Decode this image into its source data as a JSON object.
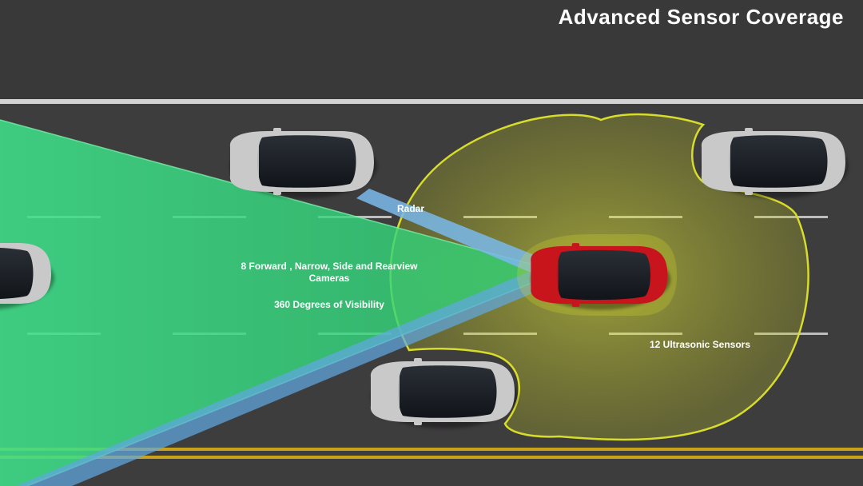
{
  "title": "Advanced Sensor Coverage",
  "labels": {
    "radar": "Radar",
    "cameras_line1": "8 Forward , Narrow, Side and Rearview",
    "cameras_line2": "Cameras",
    "visibility": "360 Degrees of Visibility",
    "ultrasonic": "12 Ultrasonic Sensors"
  },
  "colors": {
    "road": "#3d3c3d",
    "upper_area": "#3a393a",
    "lane_line_white": "#d8d8d8",
    "lane_line_yellow": "#c8a21a",
    "camera_cone": "#34d679",
    "radar_beam": "#5fa8e0",
    "ultrasonic_zone": "#d8dc2a",
    "ego_car": "#c8141c",
    "other_cars": "#c9c9c9"
  },
  "icons": {
    "ego_vehicle": "red-car-icon",
    "other_vehicle": "gray-car-icon"
  }
}
